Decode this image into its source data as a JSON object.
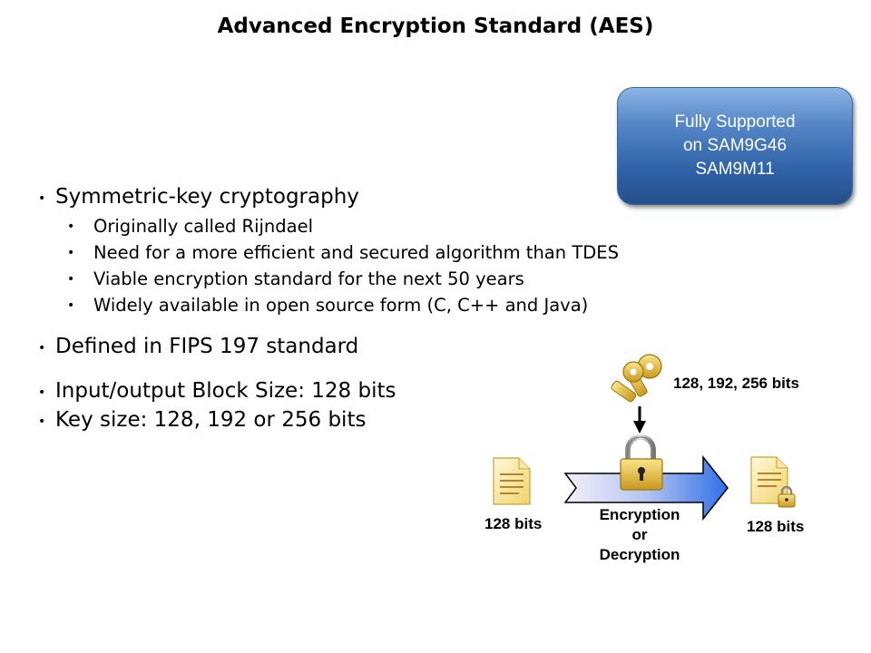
{
  "slide": {
    "title": "Advanced Encryption Standard (AES)"
  },
  "callout": {
    "lines": [
      "Fully Supported",
      "on SAM9G46",
      "SAM9M11"
    ]
  },
  "bullets": [
    {
      "text": "Symmetric-key cryptography"
    },
    {
      "text": "Originally called Rijndael"
    },
    {
      "text": "Need for a more efficient and secured algorithm than TDES"
    },
    {
      "text": "Viable encryption standard for the next 50 years"
    },
    {
      "text": "Widely available in open source form (C, C++ and Java)"
    },
    {
      "text": "Defined in FIPS 197 standard"
    },
    {
      "text": "Input/output Block Size: 128 bits"
    },
    {
      "text": "Key size: 128, 192 or 256 bits"
    }
  ],
  "diagram": {
    "key_label": "128, 192, 256 bits",
    "input_label": "128 bits",
    "process_label_lines": [
      "Encryption",
      "or",
      "Decryption"
    ],
    "output_label": "128 bits",
    "icons": [
      "keys-icon",
      "document-icon",
      "padlock-icon",
      "encrypted-document-icon"
    ]
  }
}
